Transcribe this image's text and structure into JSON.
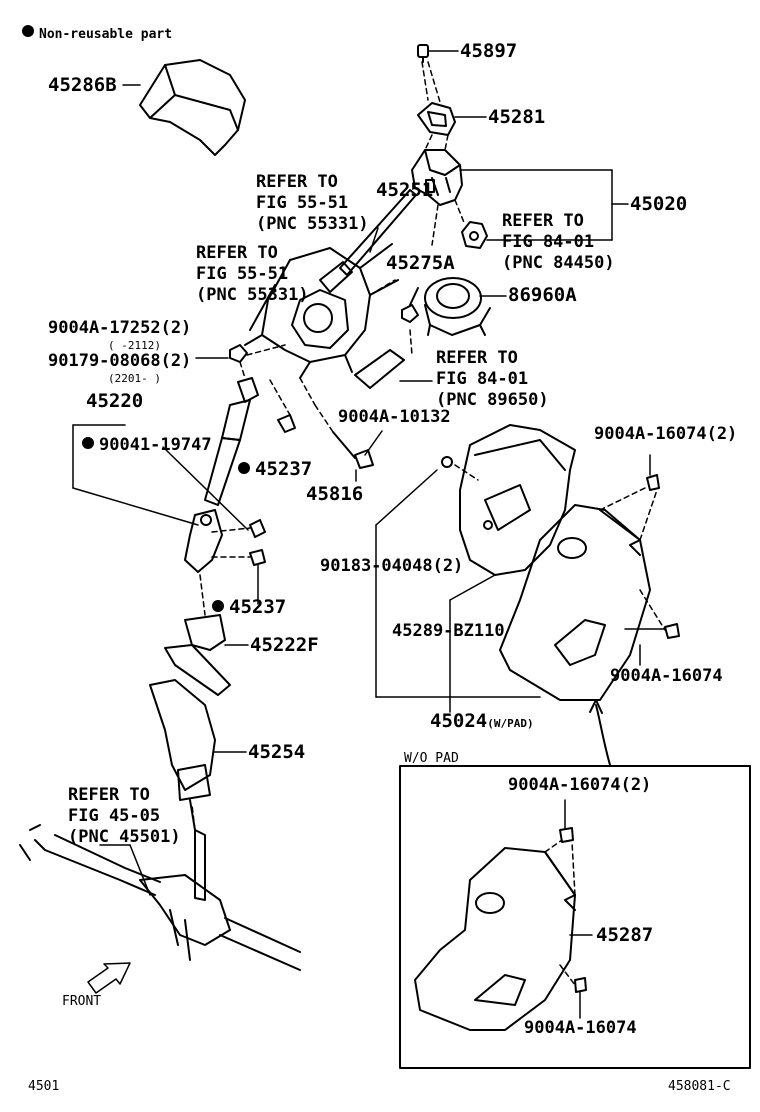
{
  "legend": {
    "marker": "●",
    "text": "Non-reusable part"
  },
  "parts": {
    "p45286B": "45286B",
    "p45897": "45897",
    "p45281": "45281",
    "p45020": "45020",
    "p45251": "45251",
    "p45275A": "45275A",
    "p86960A": "86960A",
    "p9004A_17252": "9004A-17252(2)",
    "p9004A_17252_range": "(   -2112)",
    "p90179_08068": "90179-08068(2)",
    "p90179_08068_range": "(2201-    )",
    "p45220": "45220",
    "p90041_19747": "90041-19747",
    "p45237_a": "45237",
    "p45816": "45816",
    "p9004A_10132": "9004A-10132",
    "p9004A_16074_2": "9004A-16074(2)",
    "p90183_04048": "90183-04048(2)",
    "p45237_b": "45237",
    "p45289_BZ110": "45289-BZ110",
    "p45222F": "45222F",
    "p9004A_16074_a": "9004A-16074",
    "p45024": "45024",
    "p45024_note": "(W/PAD)",
    "p45254": "45254",
    "wo_pad": "W/O PAD",
    "p9004A_16074_b2": "9004A-16074(2)",
    "p45287": "45287",
    "p9004A_16074_c": "9004A-16074"
  },
  "refs": {
    "ref1": [
      "REFER TO",
      "FIG 55-51",
      "(PNC 55331)"
    ],
    "ref2": [
      "REFER TO",
      "FIG 84-01",
      "(PNC 84450)"
    ],
    "ref3": [
      "REFER TO",
      "FIG 55-51",
      "(PNC 55331)"
    ],
    "ref4": [
      "REFER TO",
      "FIG 84-01",
      "(PNC 89650)"
    ],
    "ref5": [
      "REFER TO",
      "FIG 45-05",
      "(PNC 45501)"
    ]
  },
  "front": "FRONT",
  "footer": {
    "left": "4501",
    "right": "458081-C"
  }
}
